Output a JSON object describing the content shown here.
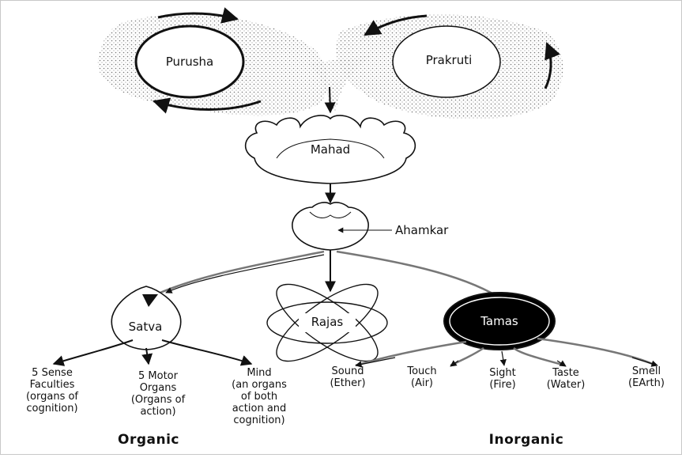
{
  "nodes": {
    "purusha": "Purusha",
    "prakruti": "Prakruti",
    "mahad": "Mahad",
    "ahamkar": "Ahamkar",
    "satva": "Satva",
    "rajas": "Rajas",
    "tamas": "Tamas"
  },
  "organic": {
    "items": [
      "5 Sense\nFaculties\n(organs of\ncognition)",
      "5 Motor\nOrgans\n(Organs of\naction)",
      "Mind\n(an organs\nof both\naction and\ncognition)"
    ],
    "label": "Organic"
  },
  "inorganic": {
    "items": [
      "Sound\n(Ether)",
      "Touch\n(Air)",
      "Sight\n(Fire)",
      "Taste\n(Water)",
      "Smell\n(EArth)"
    ],
    "label": "Inorganic"
  },
  "colors": {
    "ink": "#111111",
    "stipple": "#888888",
    "tamas_fill": "#000000"
  }
}
